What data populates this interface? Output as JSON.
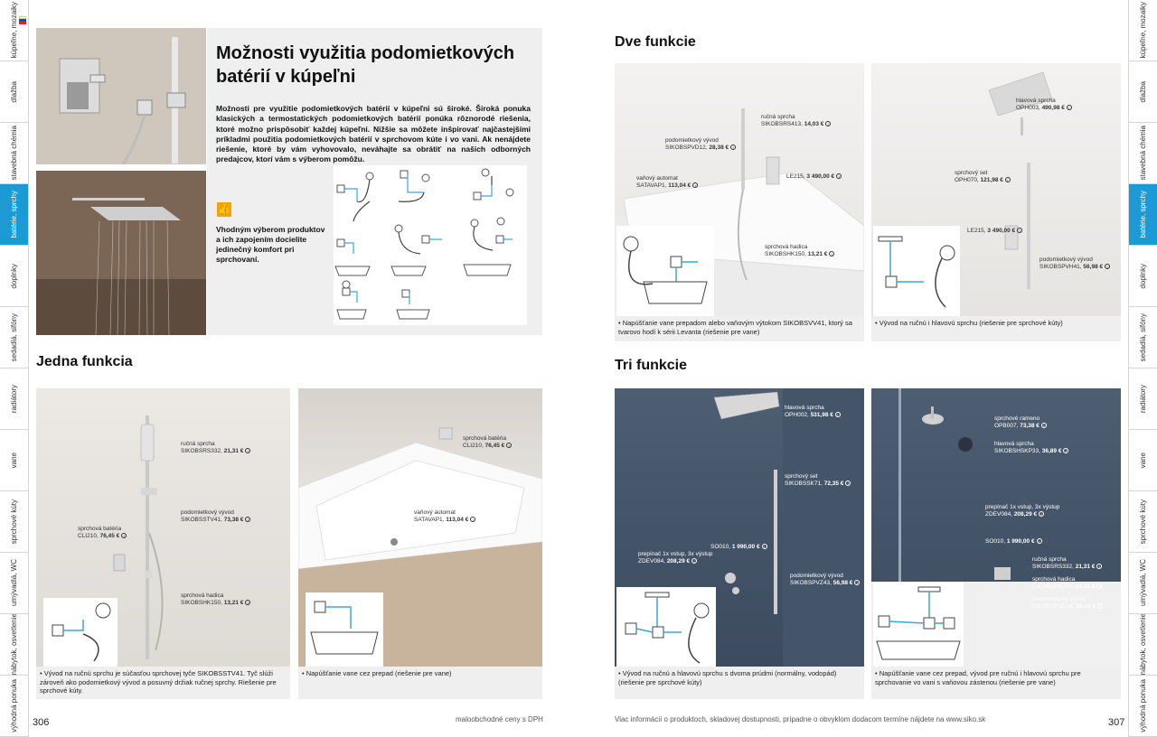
{
  "sidebar_tabs": [
    "kúpeľne, mozaiky",
    "dlažba",
    "stavebná chémia",
    "batérie, sprchy",
    "doplnky",
    "sedadlá, sifóny",
    "radiátory",
    "vane",
    "sprchové kúty",
    "umývadlá, WC",
    "nábytok, osvetlenie",
    "výhodná ponuka"
  ],
  "active_tab_index": 3,
  "colors": {
    "accent": "#1b9ad6",
    "highlight": "#f0a500",
    "caption_bg": "#efefef"
  },
  "intro": {
    "title": "Možnosti využitia podomietkových batérií v kúpeľni",
    "text": "Možnosti pre využitie podomietkových batérií v kúpeľni sú široké. Široká ponuka klasických a termostatických podomietkových batérií ponúka rôznorodé riešenia, ktoré možno prispôsobiť každej kúpeľni. Nižšie sa môžete inšpirovať najčastejšími príkladmi použitia podomietkových batérií v sprchovom kúte i vo vani. Ak nenájdete riešenie, ktoré by vám vyhovovalo, neváhajte sa obrátiť na našich odborných predajcov, ktorí vám s výberom pomôžu.",
    "tip": "Vhodným výberom produktov a ich zapojením docielite jedinečný komfort pri sprchovaní.",
    "tip_icon": "thumbs-up-icon"
  },
  "sections": {
    "one": "Jedna funkcia",
    "two": "Dve funkcie",
    "three": "Tri funkcie"
  },
  "photos": {
    "one_a": {
      "labels": [
        {
          "name": "ručná sprcha",
          "code": "SIKOBSRS332,",
          "price": "21,31 €"
        },
        {
          "name": "podomietkový vývod",
          "code": "SIKOBSSTV41,",
          "price": "73,38 €"
        },
        {
          "name": "sprchová batéria",
          "code": "CLI210,",
          "price": "76,45 €"
        },
        {
          "name": "sprchová hadica",
          "code": "SIKOBSHK150,",
          "price": "13,21 €"
        }
      ],
      "caption": "Vývod na ručnú sprchu je súčasťou sprchovej tyče SIKOBSSTV41. Tyč slúži zároveň ako podomietkový vývod a posuvný držiak ručnej sprchy. Riešenie pre sprchové kúty."
    },
    "one_b": {
      "labels": [
        {
          "name": "sprchová batéria",
          "code": "CLI210,",
          "price": "76,45 €"
        },
        {
          "name": "vaňový automat",
          "code": "SATAVAP1,",
          "price": "113,04 €"
        }
      ],
      "caption": "Napúšťanie vane cez prepad (riešenie pre vane)"
    },
    "two_a": {
      "labels": [
        {
          "name": "ručná sprcha",
          "code": "SIKOBSRS413,",
          "price": "14,03 €"
        },
        {
          "name": "podomietkový vývod",
          "code": "SIKOBSPVD12,",
          "price": "28,38 €"
        },
        {
          "name": "vaňový automat",
          "code": "SATAVAP1,",
          "price": "113,04 €"
        },
        {
          "name": "",
          "code": "LE215,",
          "price": "3 490,00 €"
        },
        {
          "name": "sprchová hadica",
          "code": "SIKOBSHK150,",
          "price": "13,21 €"
        }
      ],
      "caption": "Napúšťanie vane prepadom alebo vaňovým výtokom SIKOBSVV41, ktorý sa tvarovo hodí k sérii Levanta (riešenie pre vane)"
    },
    "two_b": {
      "labels": [
        {
          "name": "hlavová sprcha",
          "code": "OPH003,",
          "price": "490,98 €"
        },
        {
          "name": "sprchový set",
          "code": "OPH070,",
          "price": "121,98 €"
        },
        {
          "name": "",
          "code": "LE215,",
          "price": "3 490,00 €"
        },
        {
          "name": "podomietkový vývod",
          "code": "SIKOBSPVH41,",
          "price": "56,98 €"
        }
      ],
      "caption": "Vývod na ručnú i hlavovú sprchu (riešenie pre sprchové kúty)"
    },
    "three_a": {
      "labels": [
        {
          "name": "hlavová sprcha",
          "code": "OPH002,",
          "price": "531,98 €"
        },
        {
          "name": "sprchový set",
          "code": "SIKOBSSK71,",
          "price": "72,35 €"
        },
        {
          "name": "",
          "code": "SO010,",
          "price": "1 990,00 €"
        },
        {
          "name": "prepínač 1x vstup, 3x výstup",
          "code": "ZDEV084,",
          "price": "208,29 €"
        },
        {
          "name": "podomietkový vývod",
          "code": "SIKOBSPVZ43,",
          "price": "56,98 €"
        }
      ],
      "caption": "Vývod na ručnú a hlavovú sprchu s dvoma prúdmi (normálny, vodopád) (riešenie pre sprchové kúty)"
    },
    "three_b": {
      "labels": [
        {
          "name": "sprchové rameno",
          "code": "OPB007,",
          "price": "73,38 €"
        },
        {
          "name": "hlavová sprcha",
          "code": "SIKOBSHSKP33,",
          "price": "36,89 €"
        },
        {
          "name": "prepínač 1x vstup, 3x výstup",
          "code": "ZDEV084,",
          "price": "208,29 €"
        },
        {
          "name": "",
          "code": "SO010,",
          "price": "1 990,00 €"
        },
        {
          "name": "ručná sprcha",
          "code": "SIKOBSRS332,",
          "price": "21,31 €"
        },
        {
          "name": "sprchová hadica",
          "code": "SIKOBSHK150,",
          "price": "13,21 €"
        },
        {
          "name": "podomietkový vývod",
          "code": "SIKOBSPVD43,",
          "price": "20,49 €"
        }
      ],
      "caption": "Napúšťanie vane cez prepad, vývod pre ručnú i hlavovú sprchu pre sprchovanie vo vani s vaňovou zástenou (riešenie pre vane)"
    }
  },
  "footer": {
    "left_page": "306",
    "right_page": "307",
    "left_note": "maloobchodné ceny s DPH",
    "right_note": "Viac informácií o produktoch, skladovej dostupnosti, prípadne o obvyklom dodacom termíne nájdete na www.siko.sk"
  }
}
